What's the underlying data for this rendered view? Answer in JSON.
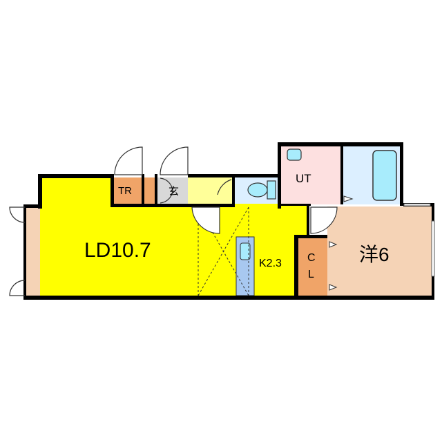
{
  "floorplan": {
    "rooms": {
      "ld": {
        "label": "LD10.7"
      },
      "kitchen": {
        "label": "K2.3"
      },
      "trunk_room": {
        "label": "TR"
      },
      "entrance": {
        "label": "玄"
      },
      "utility": {
        "label": "UT"
      },
      "western_room": {
        "label": "洋6"
      },
      "closet": {
        "label_c": "C",
        "label_l": "L"
      }
    },
    "colors": {
      "ld": "#ffff00",
      "corridor": "#ffff99",
      "storage": "#f0a468",
      "entrance": "#d8d8d8",
      "wet": "#dcefff",
      "fixture": "#a8ecfc",
      "utility": "#fde0e0",
      "western": "#f5d3b6",
      "wall": "#000000"
    }
  }
}
